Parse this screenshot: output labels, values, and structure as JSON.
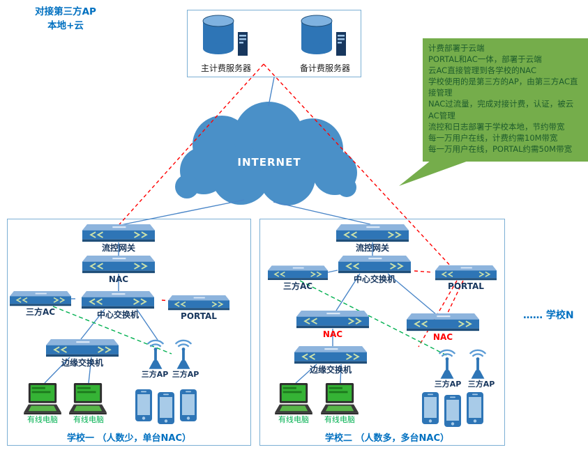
{
  "colors": {
    "accent_blue": "#0070c0",
    "diagram_blue": "#2e75b6",
    "line_blue": "#4a86c8",
    "alert_red": "#ff0000",
    "link_green": "#00b050",
    "callout_green": "#75ad4b",
    "label_navy": "#17365d"
  },
  "title": {
    "line1": "对接第三方AP",
    "line2": "本地+云"
  },
  "billing": {
    "primary_label": "主计费服务器",
    "backup_label": "备计费服务器"
  },
  "internet_label": "INTERNET",
  "callout": {
    "text": "计费部署于云端\nPORTAL和AC一体，部署于云端\n云AC直接管理到各学校的NAC\n学校使用的是第三方的AP，由第三方AC直接管理\nNAC过流量，完成对接计费，认证，被云AC管理\n流控和日志部署于学校本地，节约带宽\n每一万用户在线，计费约需10M带宽\n每一万用户在线，PORTAL约需50M带宽"
  },
  "school_n_label": "…… 学校N",
  "school1": {
    "caption": "学校一 （人数少，单台NAC）",
    "flow_gateway": "流控网关",
    "nac": "NAC",
    "third_ac": "三方AC",
    "core_switch": "中心交换机",
    "portal": "PORTAL",
    "edge_switch": "边缘交换机",
    "ap1": "三方AP",
    "ap2": "三方AP",
    "pc1": "有线电脑",
    "pc2": "有线电脑"
  },
  "school2": {
    "caption": "学校二 （人数多，多台NAC）",
    "flow_gateway": "流控网关",
    "core_switch": "中心交换机",
    "third_ac": "三方AC",
    "portal": "PORTAL",
    "nac1": "NAC",
    "nac2": "NAC",
    "edge_switch": "边缘交换机",
    "ap1": "三方AP",
    "ap2": "三方AP",
    "pc1": "有线电脑",
    "pc2": "有线电脑"
  }
}
